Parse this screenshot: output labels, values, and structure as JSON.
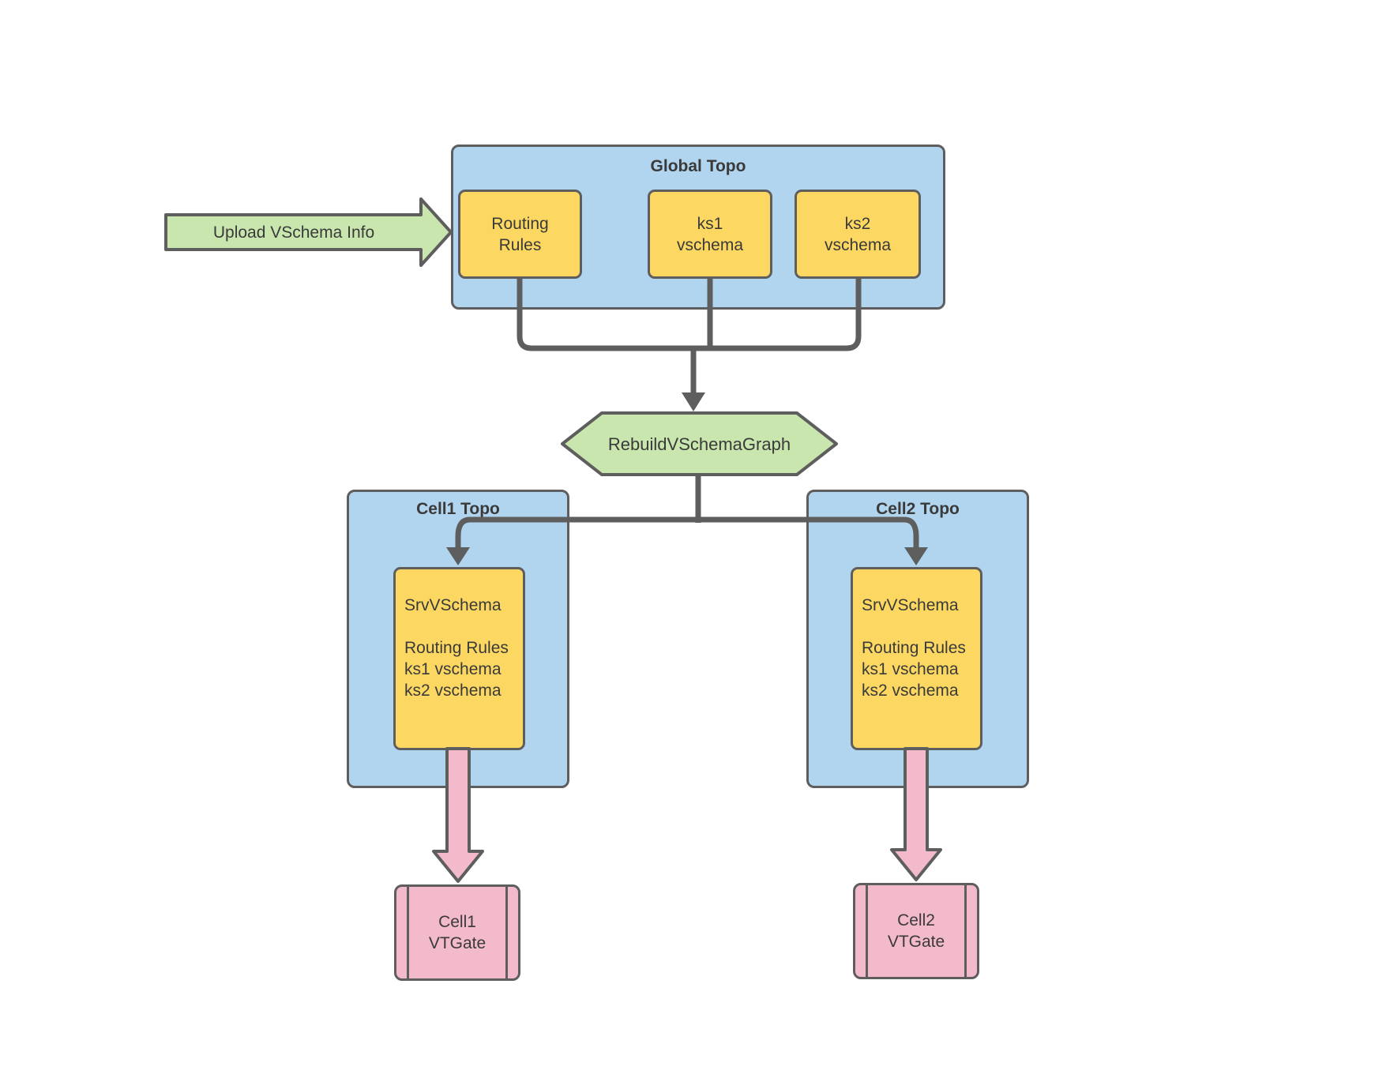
{
  "colors": {
    "container_fill": "#B1D5EE",
    "node_fill": "#FCD862",
    "green_fill": "#C8E6AE",
    "pink_fill": "#F3BACB",
    "line_color": "#5E5E5E",
    "text_color": "#3A3A3A"
  },
  "upload_arrow": {
    "label": "Upload VSchema Info"
  },
  "global_topo": {
    "title": "Global Topo",
    "nodes": [
      {
        "line1": "Routing",
        "line2": "Rules"
      },
      {
        "line1": "ks1",
        "line2": "vschema"
      },
      {
        "line1": "ks2",
        "line2": "vschema"
      }
    ]
  },
  "rebuild": {
    "label": "RebuildVSchemaGraph"
  },
  "cells": [
    {
      "title": "Cell1 Topo",
      "node_lines": [
        "SrvVSchema",
        "",
        "Routing Rules",
        "ks1 vschema",
        "ks2 vschema"
      ],
      "vtgate": {
        "line1": "Cell1",
        "line2": "VTGate"
      }
    },
    {
      "title": "Cell2 Topo",
      "node_lines": [
        "SrvVSchema",
        "",
        "Routing Rules",
        "ks1 vschema",
        "ks2 vschema"
      ],
      "vtgate": {
        "line1": "Cell2",
        "line2": "VTGate"
      }
    }
  ]
}
